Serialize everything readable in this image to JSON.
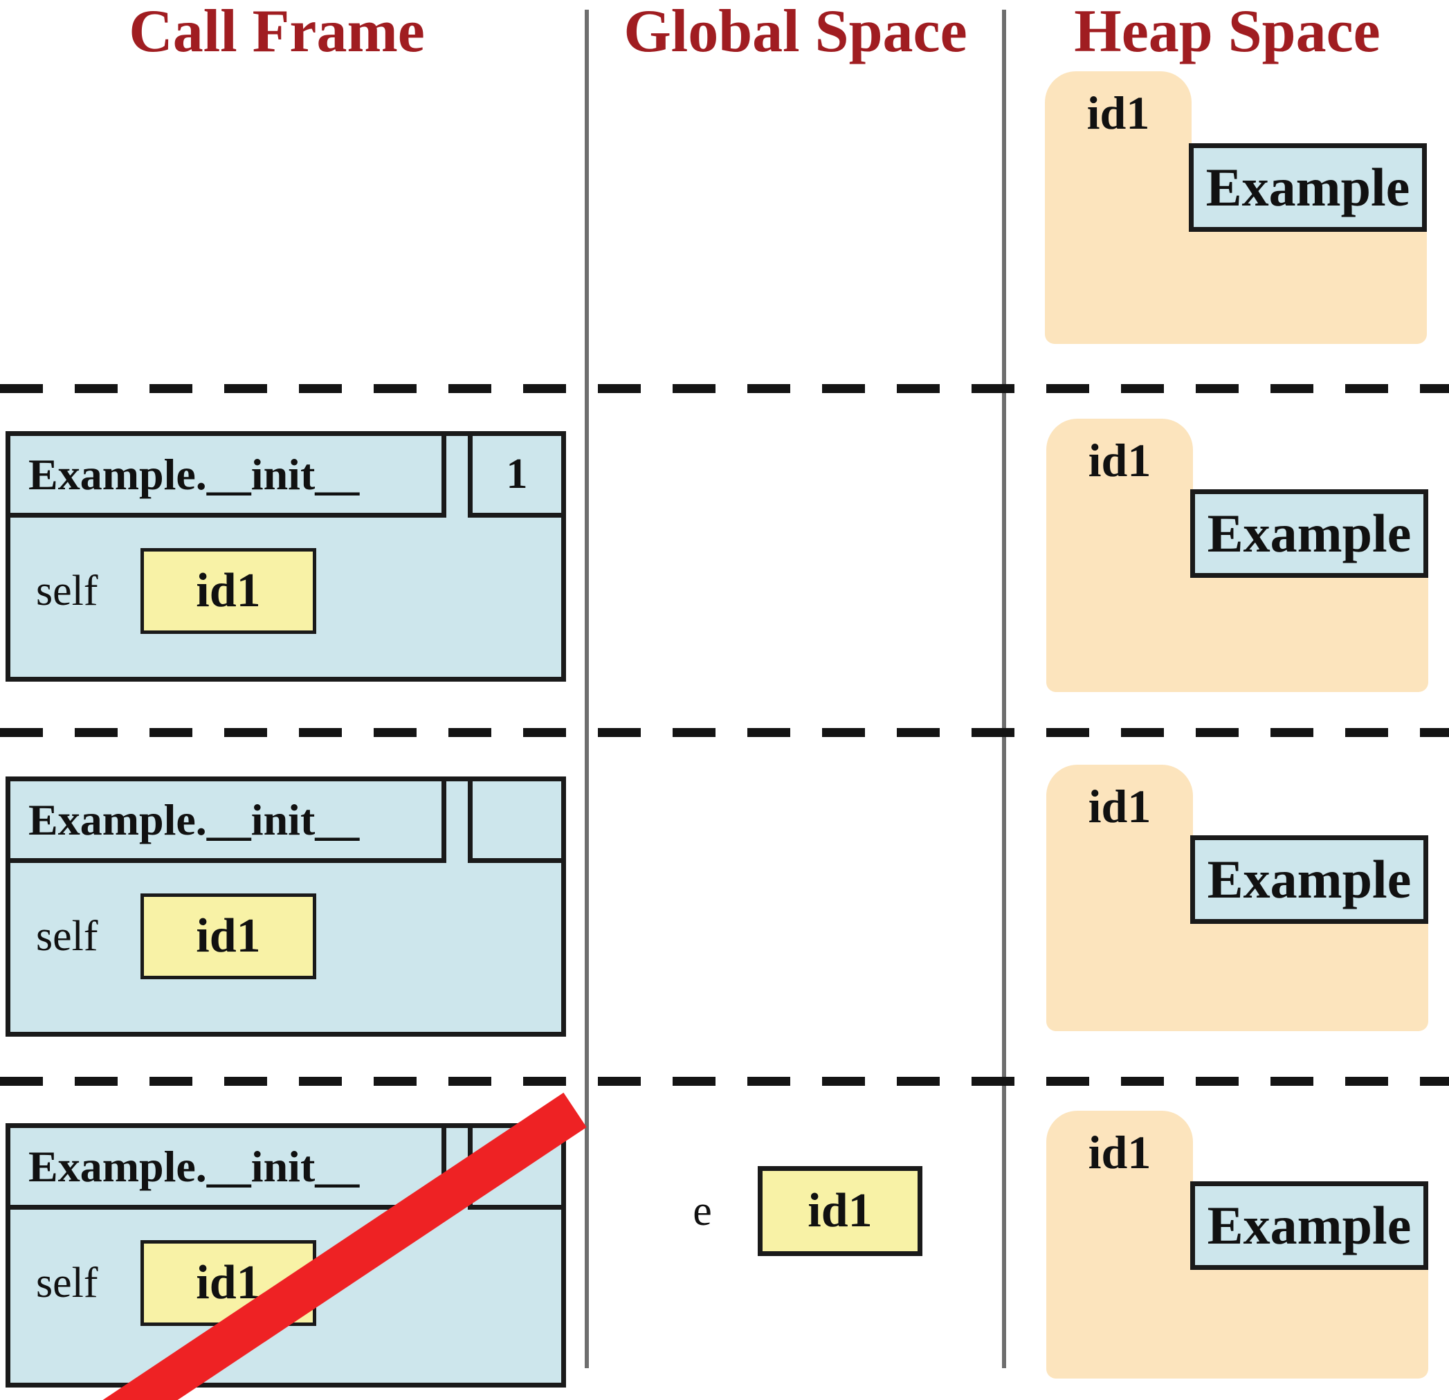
{
  "columns": {
    "call_frame": "Call Frame",
    "global_space": "Global Space",
    "heap_space": "Heap Space"
  },
  "rows": [
    {
      "heap_tab": "id1",
      "heap_class": "Example"
    },
    {
      "frame_name": "Example.__init__",
      "frame_counter": "1",
      "var_name": "self",
      "var_value": "id1",
      "heap_tab": "id1",
      "heap_class": "Example"
    },
    {
      "frame_name": "Example.__init__",
      "frame_counter": "",
      "var_name": "self",
      "var_value": "id1",
      "heap_tab": "id1",
      "heap_class": "Example"
    },
    {
      "frame_name": "Example.__init__",
      "frame_counter": "",
      "frame_crossed_out": true,
      "var_name": "self",
      "var_value": "id1",
      "global_var": "e",
      "global_value": "id1",
      "heap_tab": "id1",
      "heap_class": "Example"
    }
  ],
  "colors": {
    "header-text": "#A01D21",
    "frame-fill": "#CDE6EC",
    "folder-fill": "#FCE4BD",
    "value-fill": "#F8F2A6",
    "border": "#1A1A1A",
    "divider": "#6E6E6E",
    "cross-stripe": "#EE2224"
  }
}
